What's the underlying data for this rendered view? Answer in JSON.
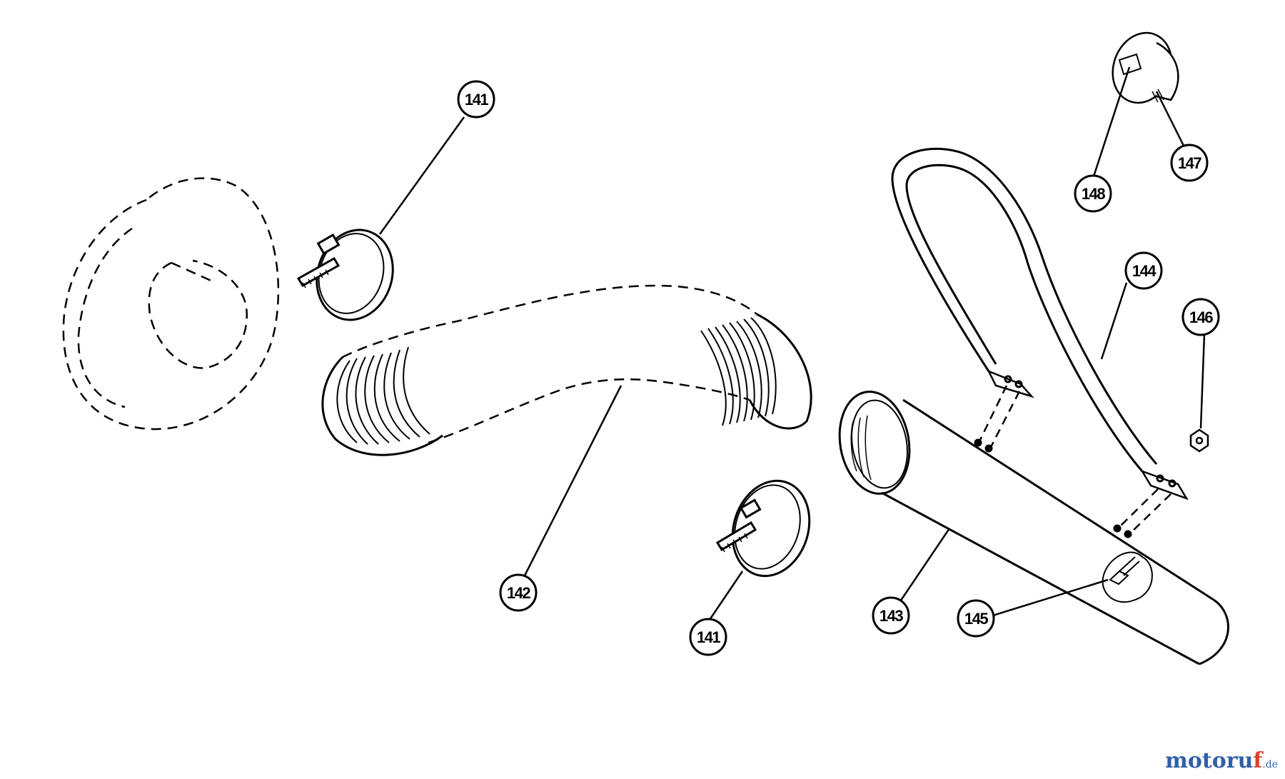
{
  "callouts": {
    "c141a": "141",
    "c141b": "141",
    "c142": "142",
    "c143": "143",
    "c144": "144",
    "c145": "145",
    "c146": "146",
    "c147": "147",
    "c148": "148"
  },
  "watermark": {
    "part_a": "motoru",
    "part_b": "f",
    "part_c": ".de"
  }
}
